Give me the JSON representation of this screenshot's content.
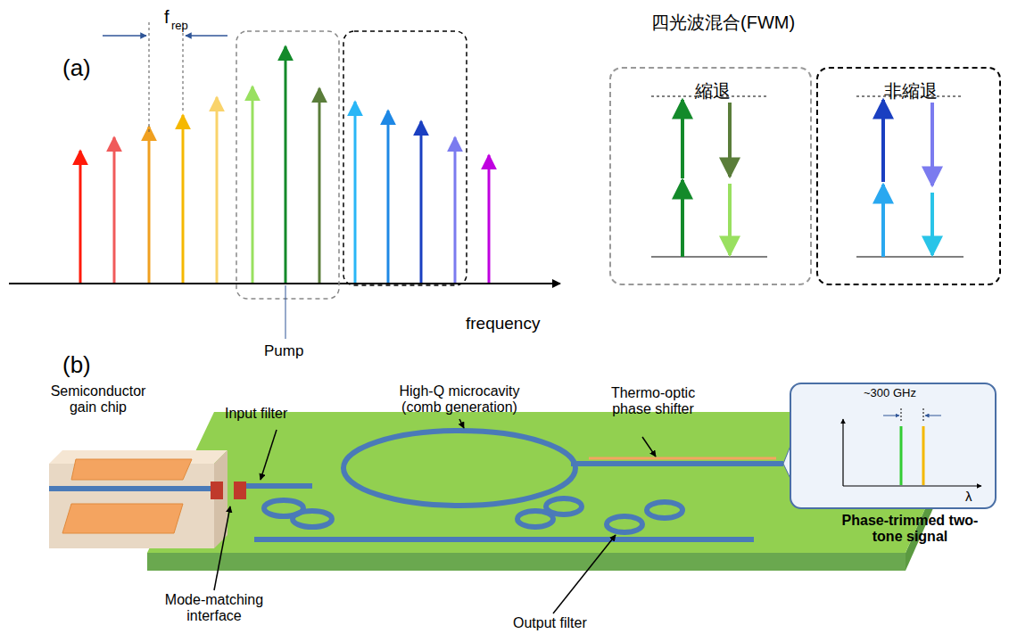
{
  "diagram": {
    "nodes": [
      {
        "text": [
          "縮退"
        ]
      },
      {
        "text": [
          "非縮退"
        ]
      },
      {
        "text": [
          "~300 GHz",
          "λ"
        ]
      }
    ],
    "labels": [
      "(a)",
      "f",
      "rep",
      "Pump",
      "frequency",
      "四光波混合(FWM)",
      "(b)",
      "Semiconductor gain chip",
      "Input filter",
      "High-Q microcavity (comb generation)",
      "Thermo-optic phase shifter",
      "Mode-matching interface",
      "Output filter",
      "Phase-trimmed two-tone signal"
    ]
  }
}
